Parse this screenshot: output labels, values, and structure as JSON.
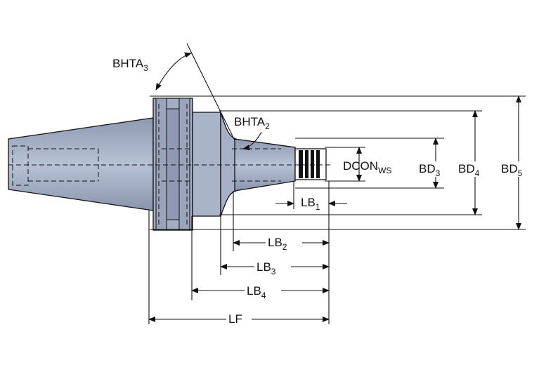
{
  "labels": {
    "bhta3": {
      "main": "BHTA",
      "sub": "3"
    },
    "bhta2": {
      "main": "BHTA",
      "sub": "2"
    },
    "dcon": {
      "main": "DCON",
      "sub": "WS"
    },
    "bd3": {
      "main": "BD",
      "sub": "3"
    },
    "bd4": {
      "main": "BD",
      "sub": "4"
    },
    "bd5": {
      "main": "BD",
      "sub": "5"
    },
    "lb1": {
      "main": "LB",
      "sub": "1"
    },
    "lb2": {
      "main": "LB",
      "sub": "2"
    },
    "lb3": {
      "main": "LB",
      "sub": "3"
    },
    "lb4": {
      "main": "LB",
      "sub": "4"
    },
    "lf": {
      "main": "LF"
    }
  },
  "colors": {
    "body": "#a9b4c9",
    "body_dark": "#7f8ba3",
    "line": "#111111"
  }
}
